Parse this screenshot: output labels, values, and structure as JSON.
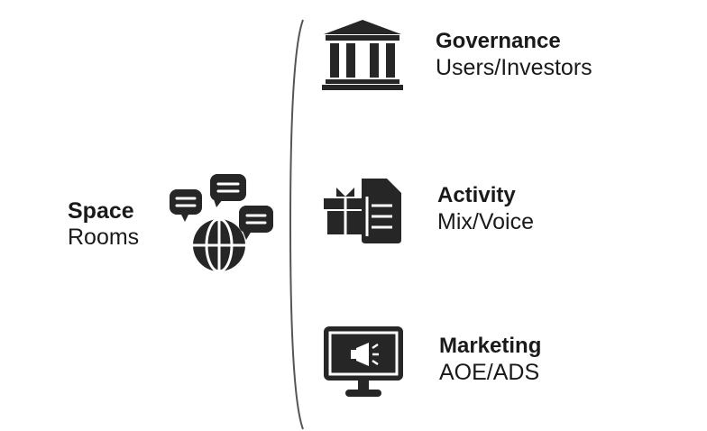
{
  "root": {
    "title": "Space",
    "subtitle": "Rooms",
    "icon": "chat-globe-icon"
  },
  "branches": [
    {
      "title": "Governance",
      "subtitle": "Users/Investors",
      "icon": "bank-building-icon"
    },
    {
      "title": "Activity",
      "subtitle": "Mix/Voice",
      "icon": "gift-document-icon"
    },
    {
      "title": "Marketing",
      "subtitle": "AOE/ADS",
      "icon": "monitor-megaphone-icon"
    }
  ],
  "colors": {
    "icon": "#262626",
    "text": "#1a1a1a",
    "bracket": "#555555"
  }
}
